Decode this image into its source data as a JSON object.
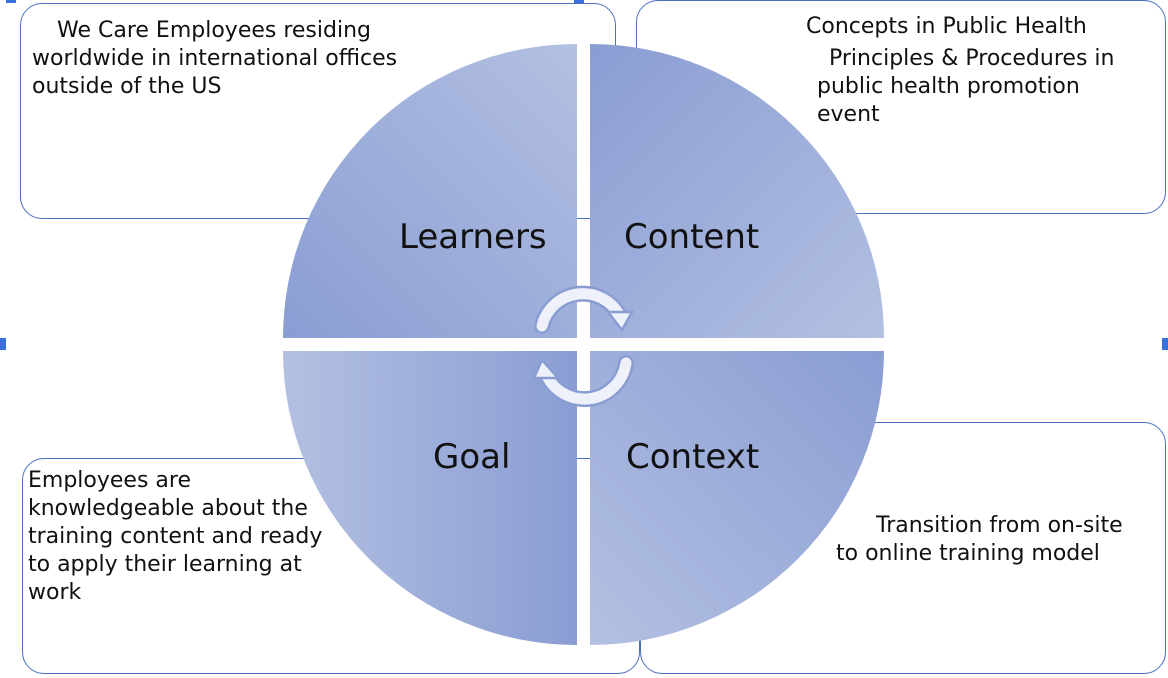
{
  "quadrants": {
    "learners": "Learners",
    "content": "Content",
    "goal": "Goal",
    "context": "Context"
  },
  "boxes": {
    "learners": {
      "line1": "We Care Employees residing",
      "line2": "worldwide in international offices",
      "line3": "outside of the US"
    },
    "content": {
      "line1": "Concepts in Public Health",
      "line2": "Principles & Procedures in",
      "line3": "public health promotion",
      "line4": "event"
    },
    "goal": {
      "line1": "Employees are",
      "line2": "knowledgeable about the",
      "line3": "training content and ready",
      "line4": "to apply their learning at",
      "line5": "work"
    },
    "context": {
      "line1": "Transition from on-site",
      "line2": "to online training model"
    }
  },
  "colors": {
    "quadrant_dark": "#8b9ed4",
    "quadrant_light": "#aebbdf",
    "box_border": "#4a6fc0"
  },
  "icons": [
    "cycle-arrows-icon"
  ]
}
